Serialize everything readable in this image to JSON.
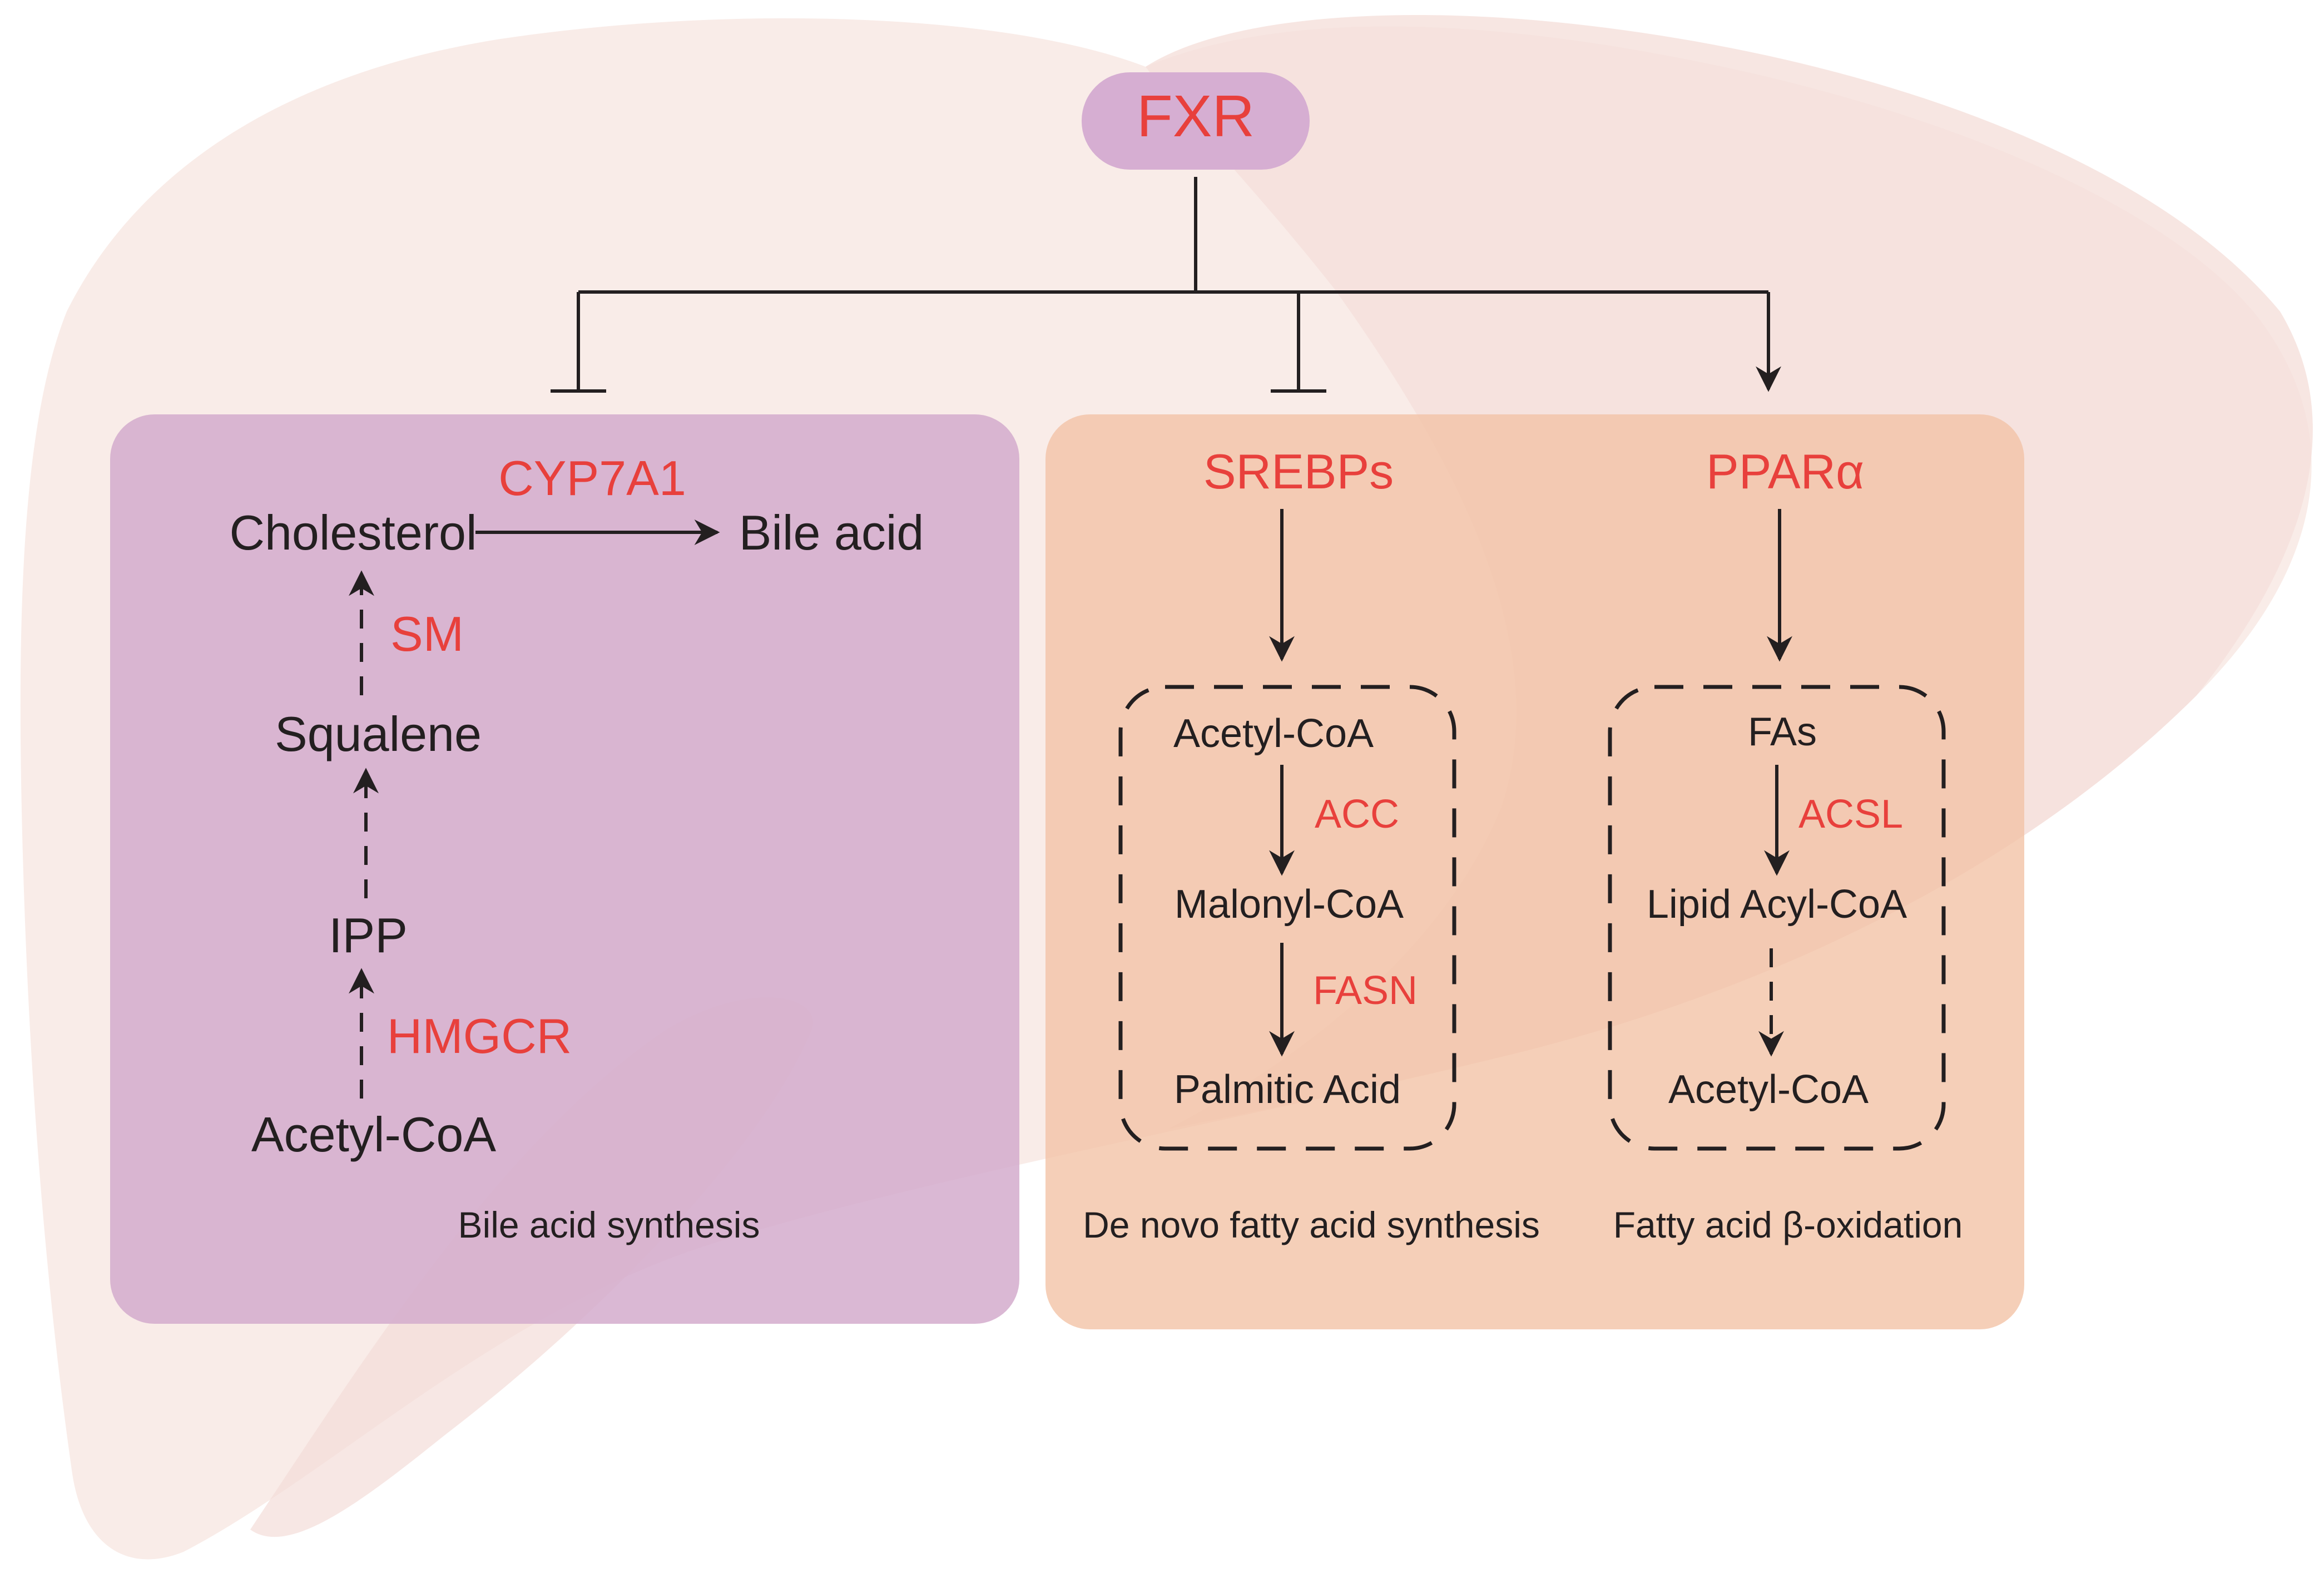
{
  "colors": {
    "liver_light": "#f9ece8",
    "liver_shade": "#f5e0db",
    "left_panel": "#d4abcc",
    "right_panel": "#f2c3a6",
    "fxr_pill": "#d6aed2",
    "label_red": "#e8403c",
    "label_black": "#231f20"
  },
  "fxr": {
    "label": "FXR"
  },
  "bile_panel": {
    "enzyme_top": "CYP7A1",
    "cholesterol": "Cholesterol",
    "bile_acid": "Bile acid",
    "enzyme_sm": "SM",
    "squalene": "Squalene",
    "ipp": "IPP",
    "enzyme_hmgcr": "HMGCR",
    "acetyl_coa": "Acetyl-CoA",
    "caption": "Bile acid synthesis"
  },
  "srebp_panel": {
    "regulator": "SREBPs",
    "acetyl_coa": "Acetyl-CoA",
    "enzyme_acc": "ACC",
    "malonyl_coa": "Malonyl-CoA",
    "enzyme_fasn": "FASN",
    "palmitic_acid": "Palmitic Acid",
    "caption": "De novo fatty acid synthesis"
  },
  "ppar_panel": {
    "regulator": "PPARα",
    "fas": "FAs",
    "enzyme_acsl": "ACSL",
    "lipid_acyl_coa": "Lipid Acyl-CoA",
    "acetyl_coa": "Acetyl-CoA",
    "caption": "Fatty acid β-oxidation"
  }
}
